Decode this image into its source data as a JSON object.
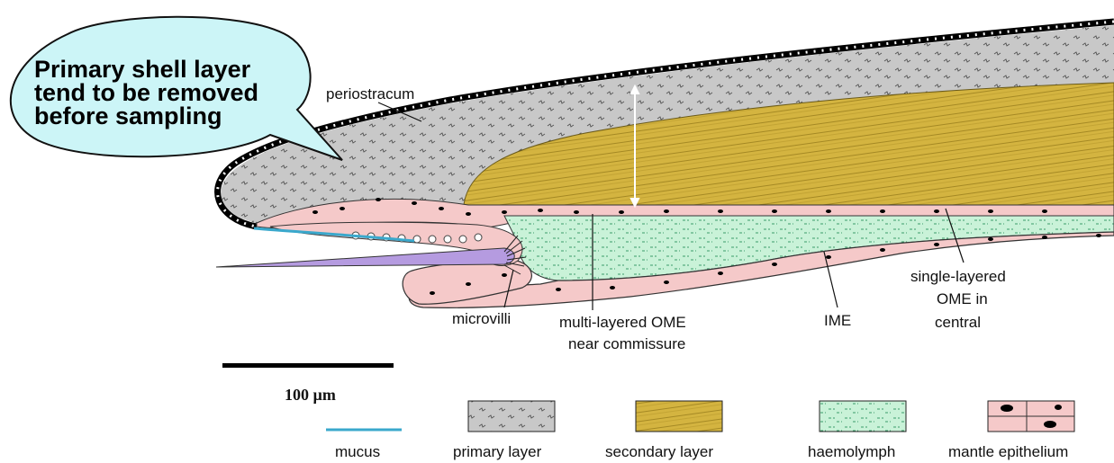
{
  "callout": {
    "lines": [
      "Primary shell layer",
      "tend to be removed",
      "before sampling"
    ],
    "fill": "#ccf5f7"
  },
  "labels": {
    "periostracum": "periostracum",
    "microvilli": "microvilli",
    "ome_near_1": "multi-layered OME",
    "ome_near_2": "near commissure",
    "ime": "IME",
    "ome_central_1": "single-layered",
    "ome_central_2": "OME in",
    "ome_central_3": "central"
  },
  "scale_bar": {
    "label": "100 µm"
  },
  "legend": [
    {
      "key": "mucus",
      "label": "mucus",
      "color": "#3aa8cc"
    },
    {
      "key": "primary",
      "label": "primary layer",
      "color": "#c8c8c8"
    },
    {
      "key": "secondary",
      "label": "secondary layer",
      "color": "#d4b440"
    },
    {
      "key": "haemolymph",
      "label": "haemolymph",
      "color": "#c9f2d8"
    },
    {
      "key": "mantle",
      "label": "mantle epithelium",
      "color": "#f5c9c9"
    }
  ]
}
